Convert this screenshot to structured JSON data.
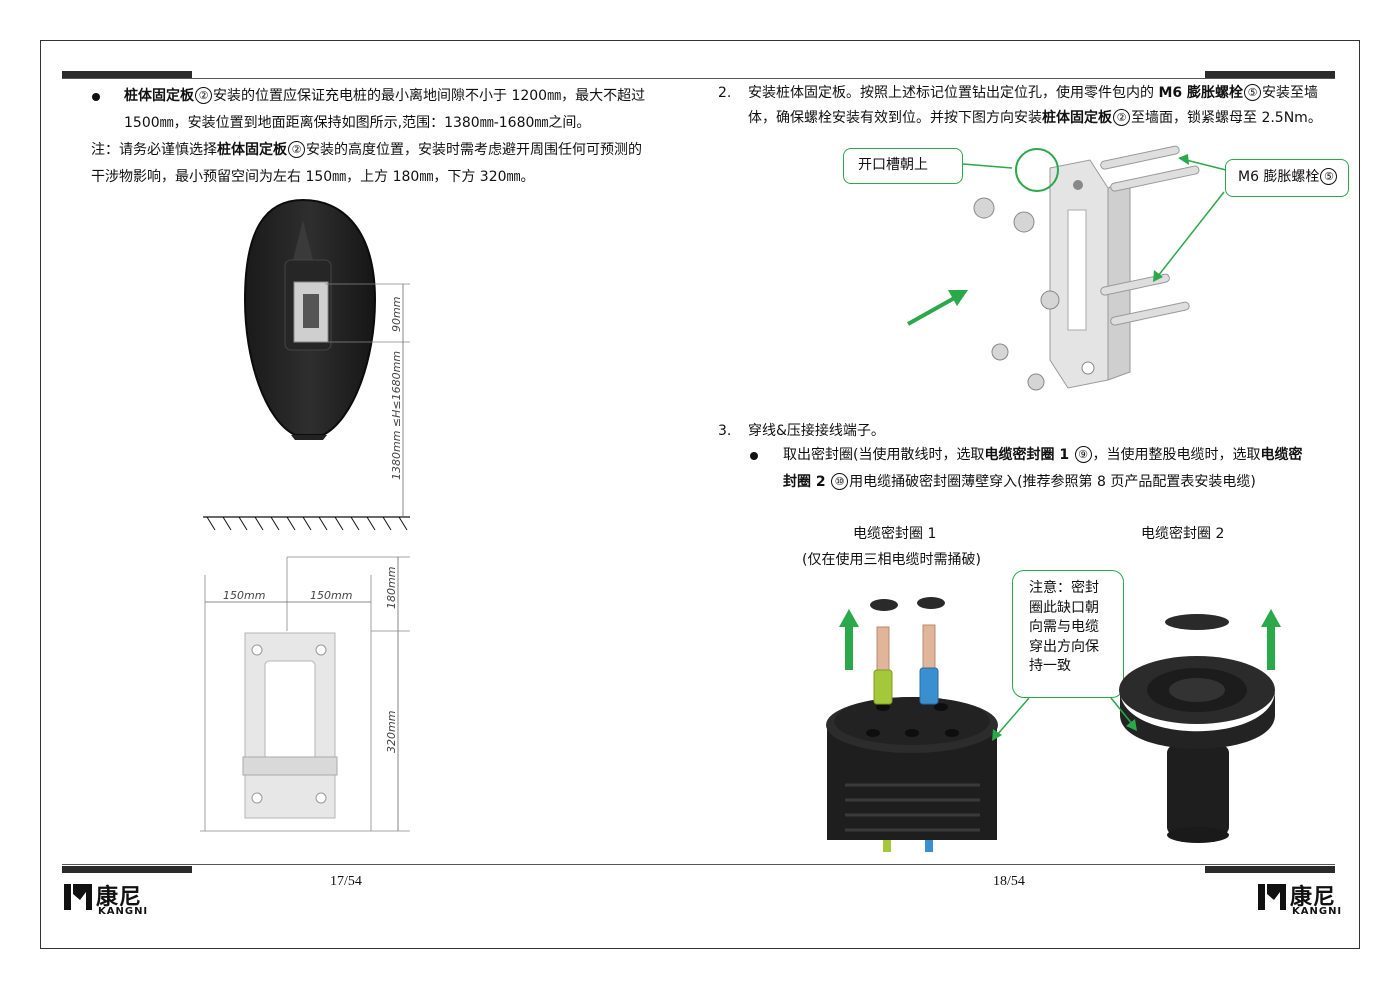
{
  "left_page": {
    "bullet_title": "桩体固定板",
    "bullet_num": "②",
    "bullet_text_1": "安装的位置应保证充电桩的最小离地间隙不小于 1200㎜，最大不超过",
    "bullet_text_2": "1500㎜，安装位置到地面距离保持如图所示,范围：1380㎜-1680㎜之间。",
    "note_prefix": "注：请务必谨慎选择",
    "note_title": "桩体固定板",
    "note_num": "②",
    "note_text_1": "安装的高度位置，安装时需考虑避开周围任何可预测的",
    "note_text_2": "干涉物影响，最小预留空间为左右 150㎜，上方 180㎜，下方 320㎜。",
    "dim_90": "90mm",
    "dim_height": "1380mm ≤H≤1680mm",
    "dim_150_left": "150mm",
    "dim_150_right": "150mm",
    "dim_180": "180mm",
    "dim_320": "320mm",
    "page_number": "17/54"
  },
  "right_page": {
    "step2_num": "2.",
    "step2_text_1a": "安装桩体固定板。按照上述标记位置钻出定位孔，使用零件包内的 ",
    "step2_bolt": "M6 膨胀螺栓",
    "step2_bolt_num": "⑤",
    "step2_text_1b": "安装至墙",
    "step2_text_2a": "体，确保螺栓安装有效到位。并按下图方向安装",
    "step2_plate": "桩体固定板",
    "step2_plate_num": "②",
    "step2_text_2b": "至墙面，锁紧螺母至 2.5Nm。",
    "callout_slot": "开口槽朝上",
    "callout_bolt": "M6 膨胀螺栓",
    "callout_bolt_num": "⑤",
    "step3_num": "3.",
    "step3_text": "穿线&压接接线端子。",
    "step3_bullet_a": "取出密封圈(当使用散线时，选取",
    "step3_seal1": "电缆密封圈 1",
    "step3_seal1_num": "⑨",
    "step3_bullet_b": "，当使用整股电缆时，选取",
    "step3_seal2_a": "电缆密",
    "step3_seal2_b": "封圈 2",
    "step3_seal2_num": "⑩",
    "step3_bullet_c": "用电缆捅破密封圈薄壁穿入(推荐参照第 8 页产品配置表安装电缆)",
    "seal1_label": "电缆密封圈 1",
    "seal1_sub": "(仅在使用三相电缆时需捅破)",
    "seal2_label": "电缆密封圈 2",
    "note_callout": [
      "注意：密封",
      "圈此缺口朝",
      "向需与电缆",
      "穿出方向保",
      "持一致"
    ],
    "page_number": "18/54"
  },
  "brand": {
    "cn": "康尼",
    "en": "KANGNI"
  },
  "colors": {
    "accent_green": "#2aa84a",
    "callout_border": "#2aa84a",
    "header_bar": "#2b2b2b"
  }
}
